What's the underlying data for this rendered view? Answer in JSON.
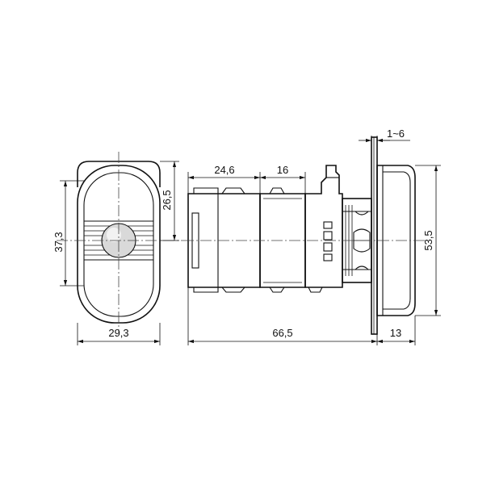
{
  "dimensions": {
    "front_height": "37,3",
    "front_top_offset": "26,5",
    "front_width": "29,3",
    "body_length_1": "24,6",
    "body_length_2": "16",
    "panel_thickness": "1~6",
    "bezel_height": "53,5",
    "total_length": "66,5",
    "bezel_depth": "13"
  }
}
